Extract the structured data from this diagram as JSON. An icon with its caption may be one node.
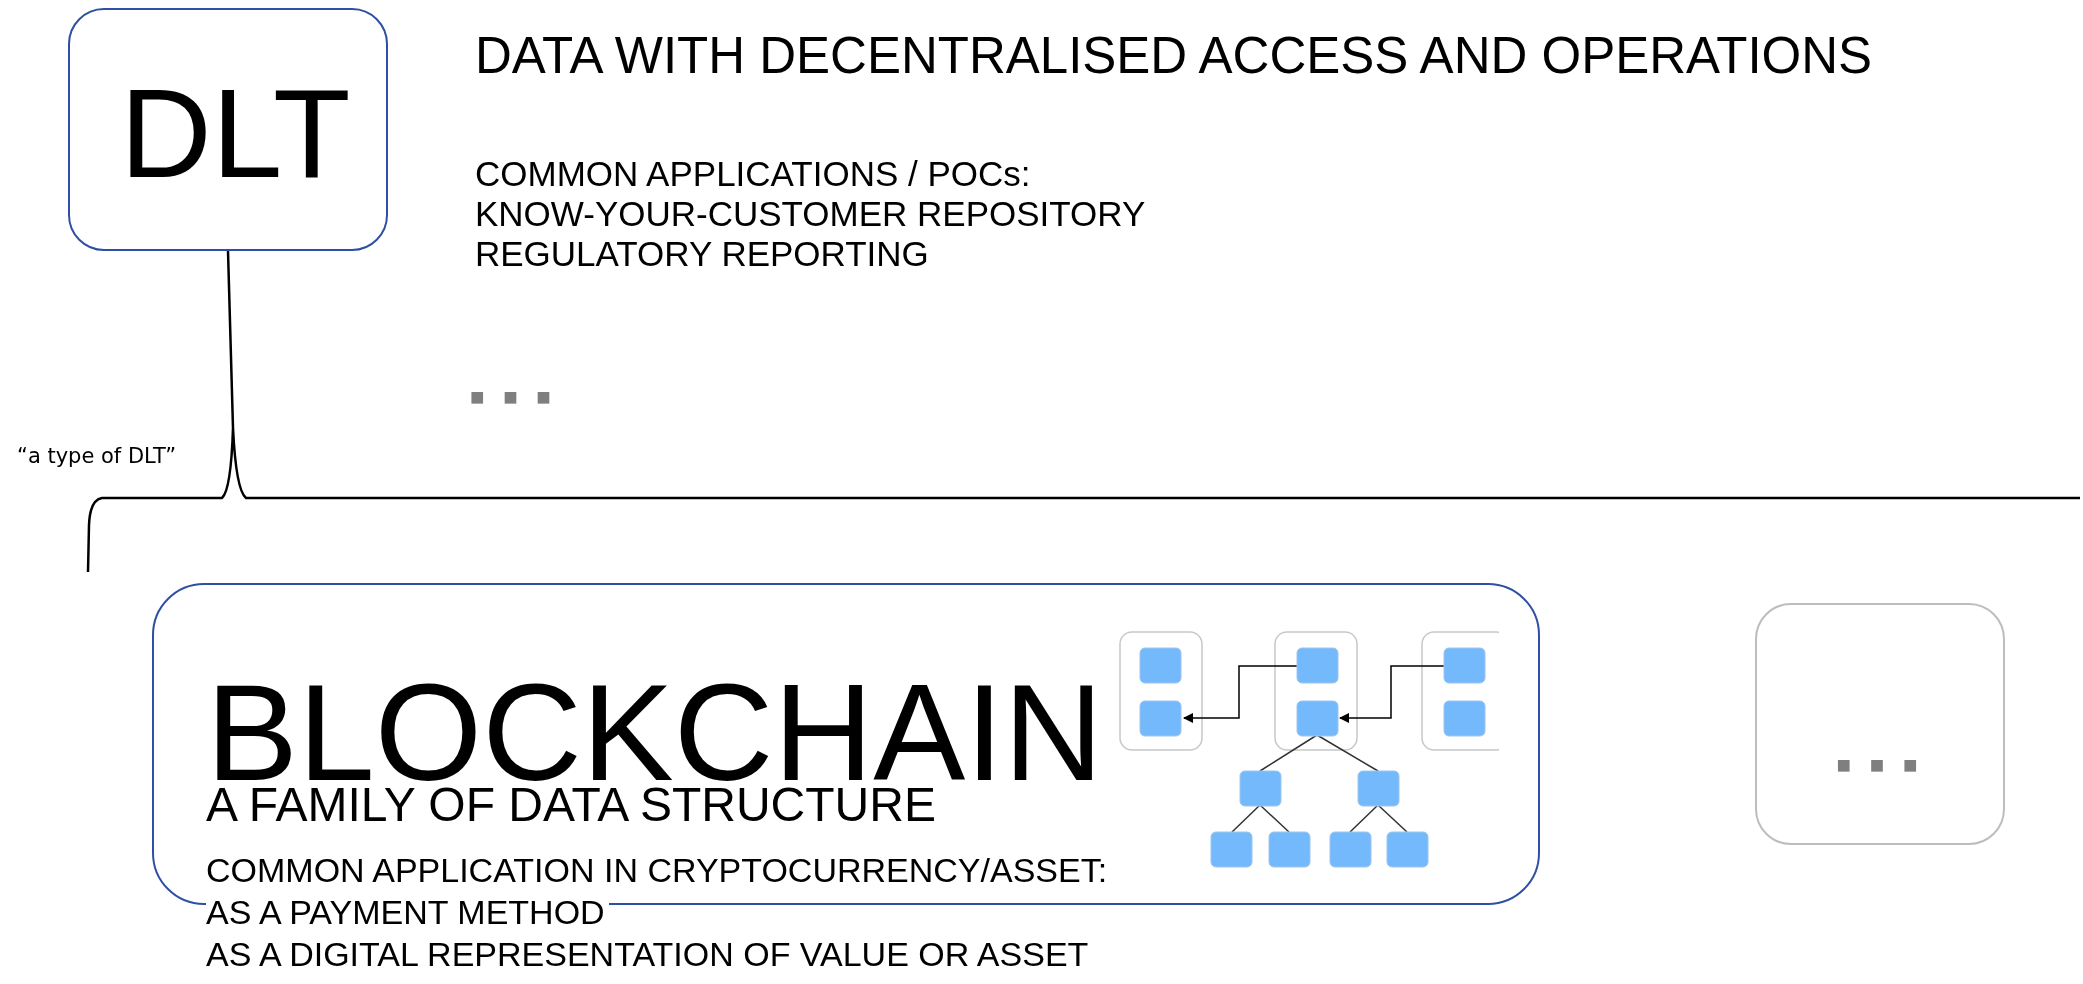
{
  "diagram": {
    "nodes": [
      {
        "text": [
          "DLT"
        ]
      },
      {
        "text": [
          "BLOCKCHAIN",
          "A FAMILY OF DATA STRUCTURE",
          "COMMON APPLICATION IN CRYPTOCURRENCY/ASSET:",
          "AS A PAYMENT METHOD",
          "AS A DIGITAL REPRESENTATION OF VALUE OR ASSET"
        ]
      },
      {
        "text": [
          "■ ■ ■"
        ]
      }
    ],
    "edges": [],
    "labels": [
      "DATA WITH DECENTRALISED ACCESS AND OPERATIONS",
      "COMMON APPLICATIONS / POCs:",
      "KNOW-YOUR-CUSTOMER REPOSITORY",
      "REGULATORY REPORTING",
      "■ ■ ■",
      "“a type of DLT”"
    ]
  }
}
